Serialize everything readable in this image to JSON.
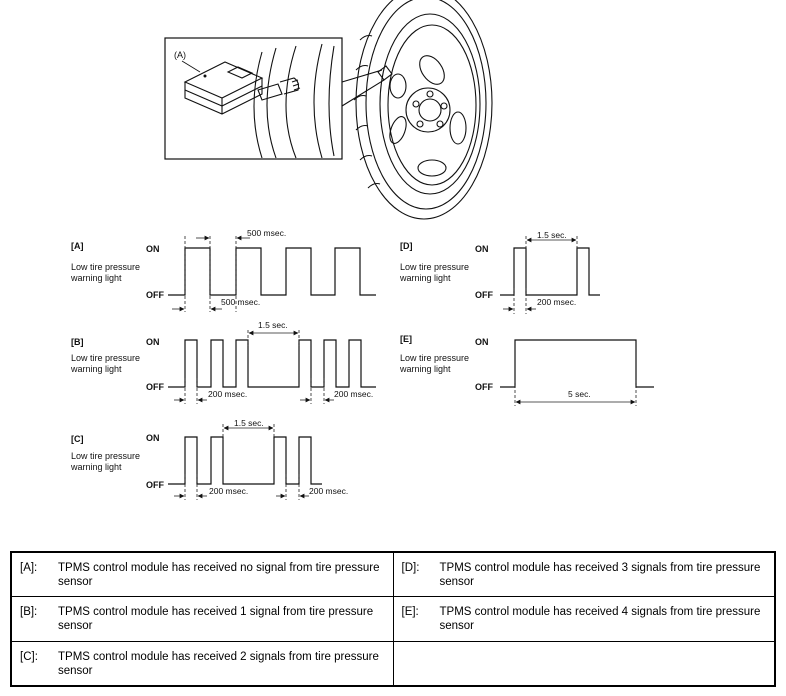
{
  "artwork": {
    "tester_label": "(A)"
  },
  "panels": {
    "A": {
      "tag": "[A]",
      "subject_line1": "Low tire pressure",
      "subject_line2": "warning light",
      "on": "ON",
      "off": "OFF",
      "time_top": "500 msec.",
      "time_bottom": "500 msec."
    },
    "B": {
      "tag": "[B]",
      "subject_line1": "Low tire pressure",
      "subject_line2": "warning light",
      "on": "ON",
      "off": "OFF",
      "time_top": "1.5 sec.",
      "time_bottom_left": "200 msec.",
      "time_bottom_right": "200 msec."
    },
    "C": {
      "tag": "[C]",
      "subject_line1": "Low tire pressure",
      "subject_line2": "warning light",
      "on": "ON",
      "off": "OFF",
      "time_top": "1.5 sec.",
      "time_bottom_left": "200 msec.",
      "time_bottom_right": "200 msec."
    },
    "D": {
      "tag": "[D]",
      "subject_line1": "Low tire pressure",
      "subject_line2": "warning light",
      "on": "ON",
      "off": "OFF",
      "time_top": "1.5 sec.",
      "time_bottom": "200 msec."
    },
    "E": {
      "tag": "[E]",
      "subject_line1": "Low tire pressure",
      "subject_line2": "warning light",
      "on": "ON",
      "off": "OFF",
      "time_bottom": "5 sec."
    }
  },
  "legend": {
    "A": {
      "key": "[A]:",
      "text": "TPMS control module has received no signal from tire pressure sensor"
    },
    "D": {
      "key": "[D]:",
      "text": "TPMS control module has received 3 signals from tire pressure sensor"
    },
    "B": {
      "key": "[B]:",
      "text": "TPMS control module has received 1 signal from tire pressure sensor"
    },
    "E": {
      "key": "[E]:",
      "text": "TPMS control module has received 4 signals from tire pressure sensor"
    },
    "C": {
      "key": "[C]:",
      "text": "TPMS control module has received 2 signals from tire pressure sensor"
    }
  }
}
